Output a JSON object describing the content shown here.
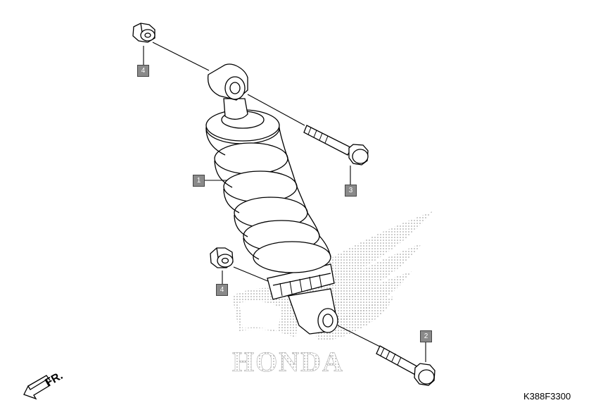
{
  "callouts": {
    "c1": "1",
    "c2": "2",
    "c3": "3",
    "c4a": "4",
    "c4b": "4"
  },
  "direction_label": "FR.",
  "drawing_code": "K388F3300",
  "watermark_text": "HONDA",
  "icons": [
    "honda-wing-watermark",
    "front-direction-arrow"
  ]
}
